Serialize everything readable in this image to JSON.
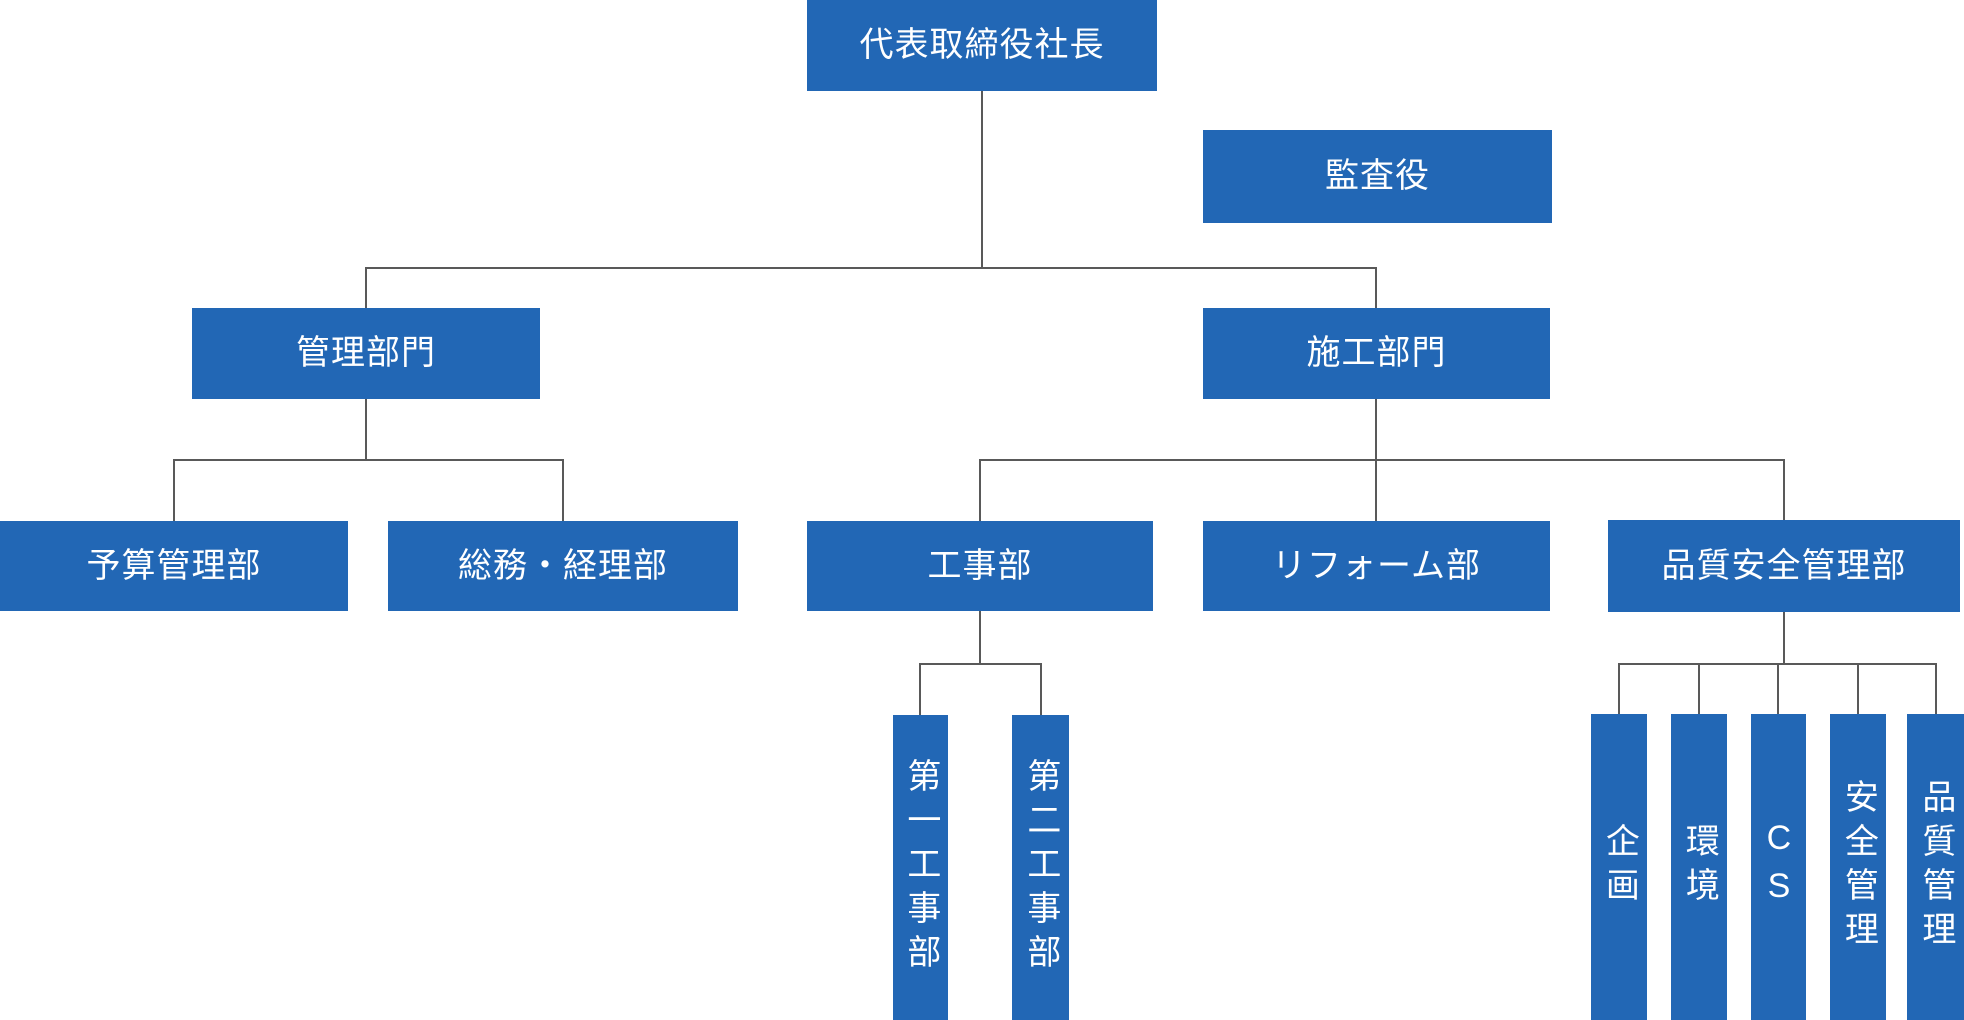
{
  "meta": {
    "accent_color": "#2267b5",
    "line_color": "#595959",
    "text_color": "#ffffff",
    "background_color": "#ffffff"
  },
  "org_chart": {
    "nodes": {
      "president": {
        "label": "代表取締役社長"
      },
      "auditor": {
        "label": "監査役"
      },
      "admin_division": {
        "label": "管理部門"
      },
      "construction_division": {
        "label": "施工部門"
      },
      "budget_dept": {
        "label": "予算管理部"
      },
      "general_affairs_dept": {
        "label": "総務・経理部"
      },
      "works_dept": {
        "label": "工事部"
      },
      "reform_dept": {
        "label": "リフォーム部"
      },
      "quality_safety_dept": {
        "label": "品質安全管理部"
      },
      "works_dept_1": {
        "label": "第一工事部"
      },
      "works_dept_2": {
        "label": "第二工事部"
      },
      "planning": {
        "label": "企画"
      },
      "environment": {
        "label": "環境"
      },
      "cs": {
        "label": "CS"
      },
      "safety_management": {
        "label": "安全管理"
      },
      "quality_management": {
        "label": "品質管理"
      }
    }
  }
}
